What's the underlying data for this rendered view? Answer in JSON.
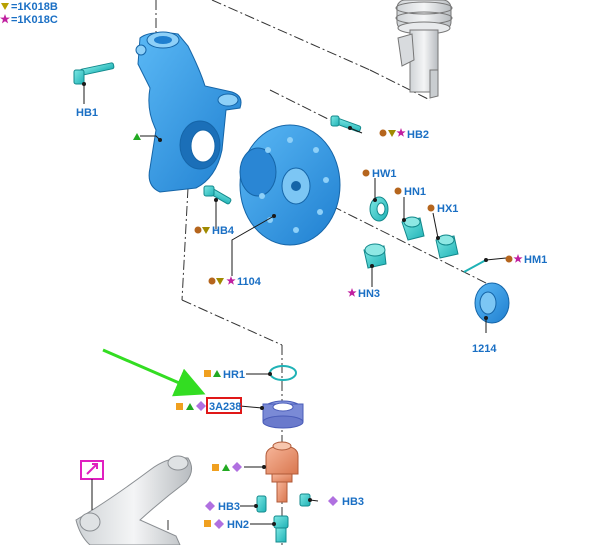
{
  "legend": {
    "entries": [
      {
        "symbol": "triangle-down",
        "color": "#b8a000",
        "label": "=1K018B"
      },
      {
        "symbol": "star",
        "color": "#c020a0",
        "label": "=1K018C"
      }
    ]
  },
  "symbol_colors": {
    "circle": "#b5651d",
    "triangle_down": "#a08a00",
    "star": "#c020a0",
    "triangle_up": "#22aa22",
    "square": "#f0a020",
    "diamond": "#b070e0"
  },
  "parts": {
    "hb1": "HB1",
    "hb2": "HB2",
    "hb4": "HB4",
    "hub_1104": "1104",
    "hw1": "HW1",
    "hn1": "HN1",
    "hx1": "HX1",
    "hm1": "HM1",
    "hn3": "HN3",
    "shield_1214": "1214",
    "hr1": "HR1",
    "highlighted": "3A238",
    "hb3_left": "HB3",
    "hb3_right": "HB3",
    "hn2": "HN2"
  }
}
